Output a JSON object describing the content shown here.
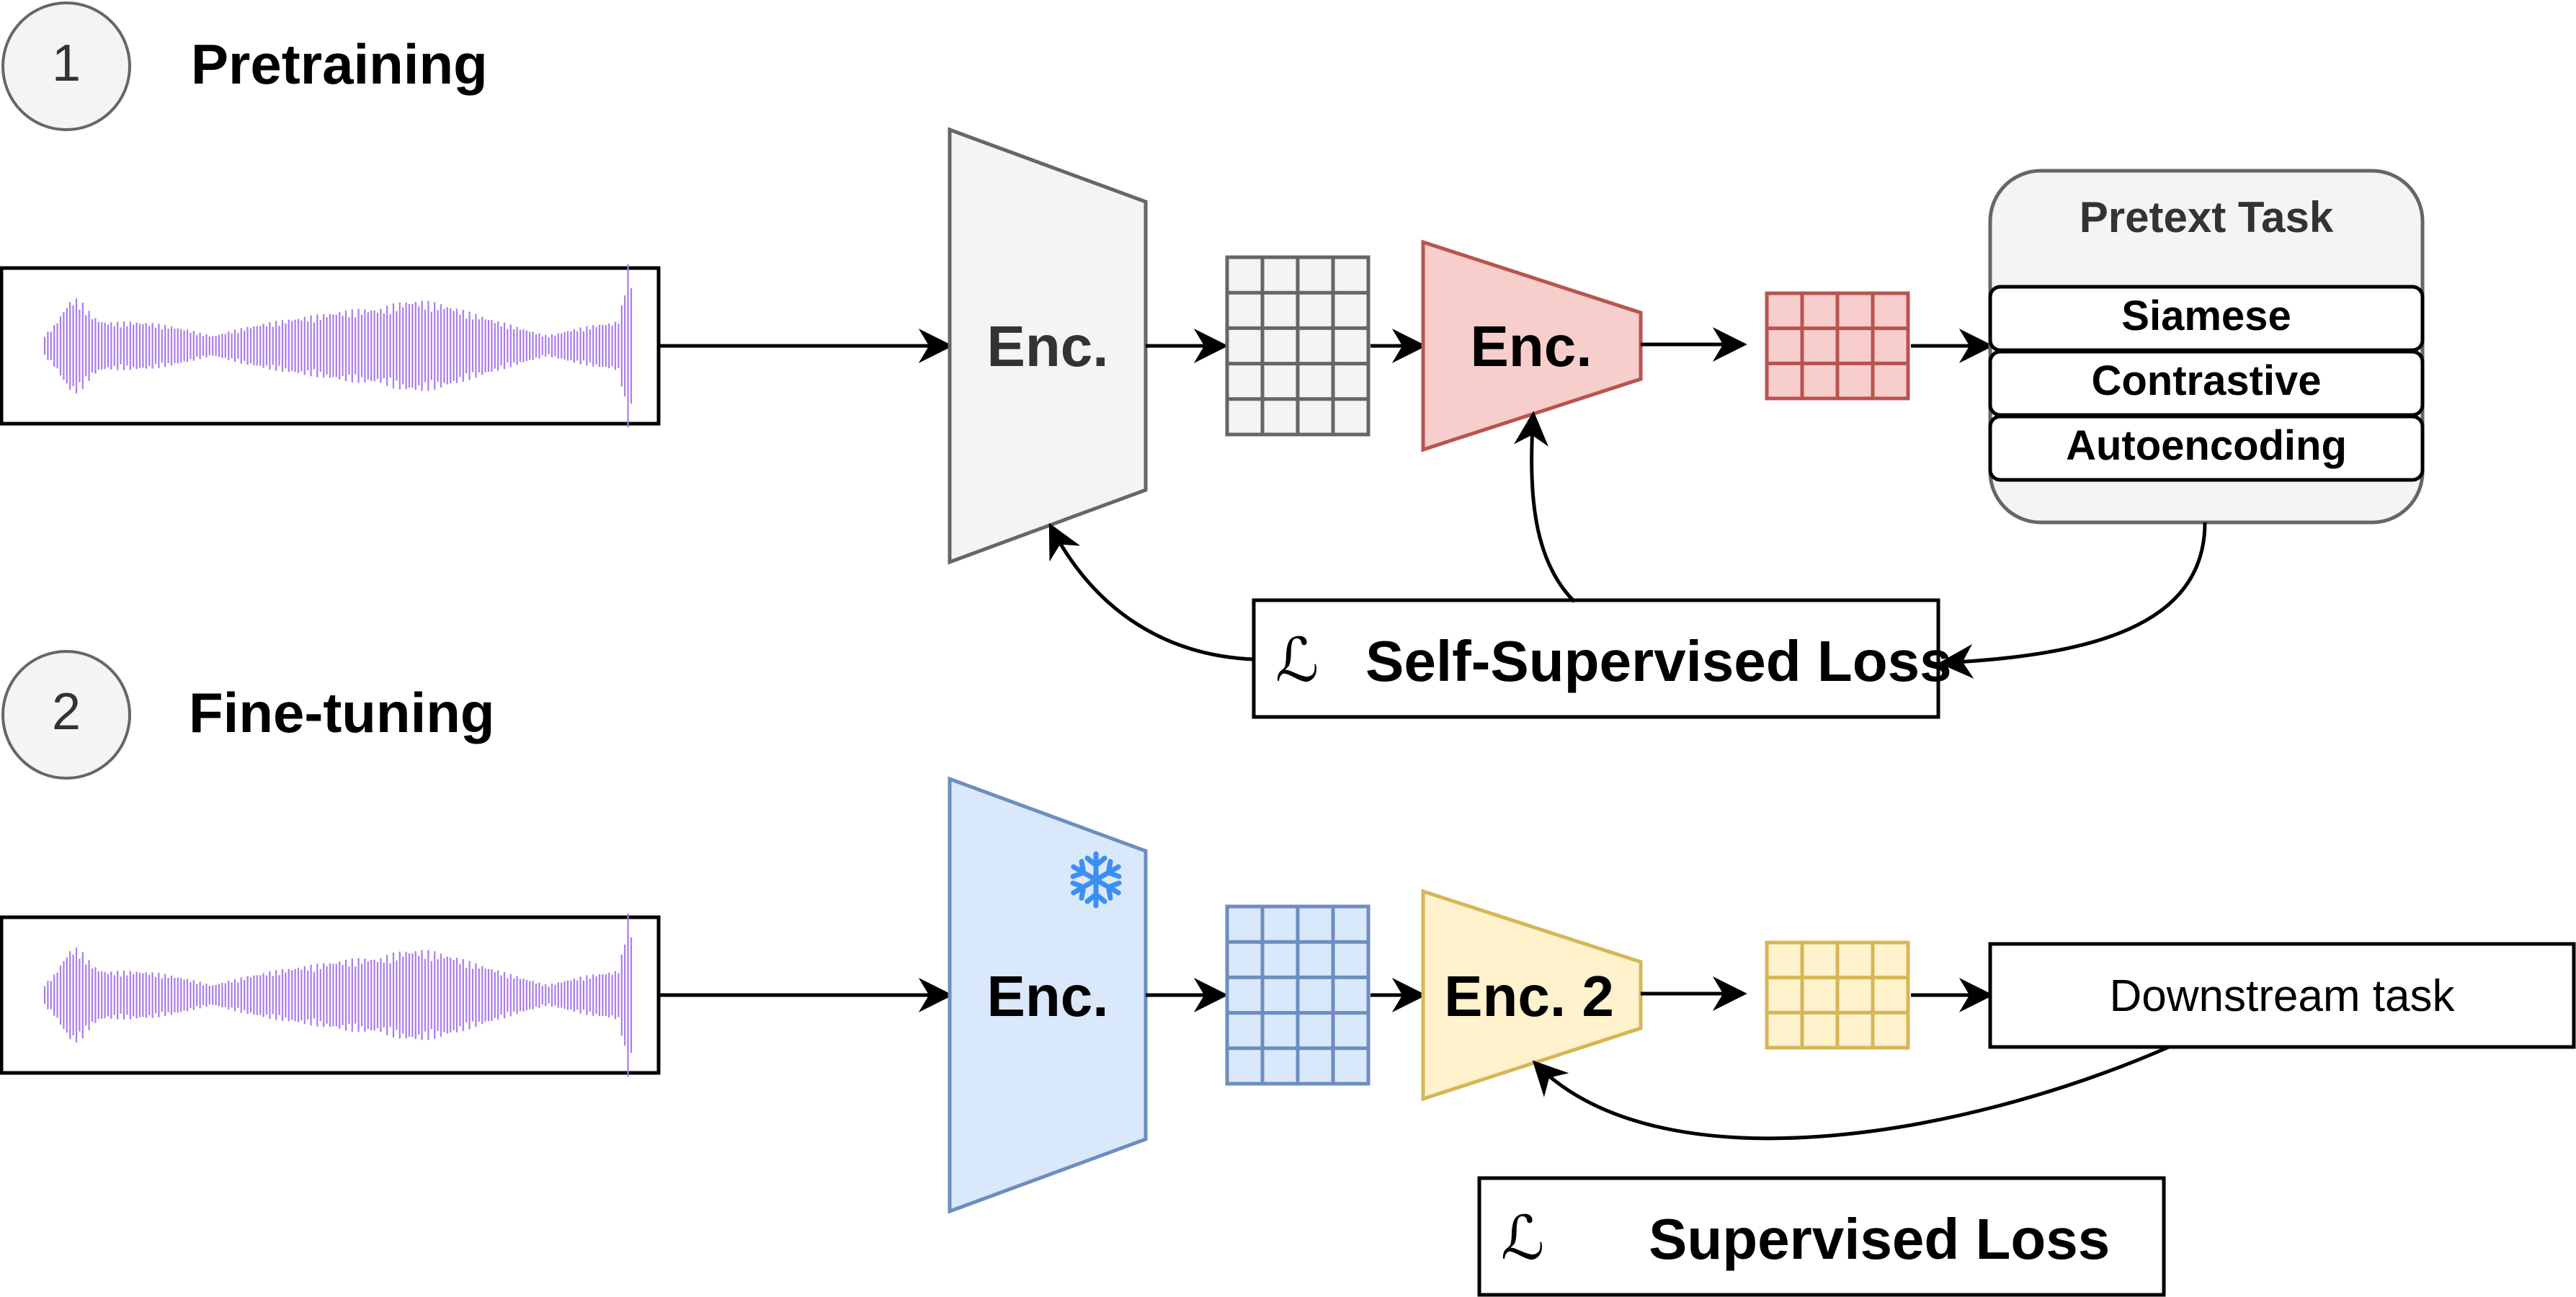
{
  "sections": {
    "pretraining": {
      "step": "1",
      "title": "Pretraining"
    },
    "finetuning": {
      "step": "2",
      "title": "Fine-tuning"
    }
  },
  "pretraining": {
    "encoder_label": "Enc.",
    "small_encoder_label": "Enc.",
    "pretext": {
      "title": "Pretext Task",
      "options": [
        "Siamese",
        "Contrastive",
        "Autoencoding"
      ]
    },
    "loss": {
      "symbol": "ℒ",
      "label": "Self-Supervised Loss"
    }
  },
  "finetuning": {
    "encoder_label": "Enc.",
    "frozen_icon": "snowflake-icon",
    "small_encoder_label": "Enc. 2",
    "downstream_label": "Downstream task",
    "loss": {
      "symbol": "ℒ",
      "label": "Supervised Loss"
    }
  },
  "colors": {
    "waveform": "#a97de8",
    "encoder_gray_fill": "#f4f4f4",
    "encoder_gray_stroke": "#666666",
    "encoder_red_fill": "#f8cecc",
    "encoder_red_stroke": "#b85450",
    "encoder_blue_fill": "#dae8fc",
    "encoder_blue_stroke": "#6c8ebf",
    "encoder_yellow_fill": "#fff2cc",
    "encoder_yellow_stroke": "#d6b656",
    "snowflake": "#3b8ff3"
  }
}
